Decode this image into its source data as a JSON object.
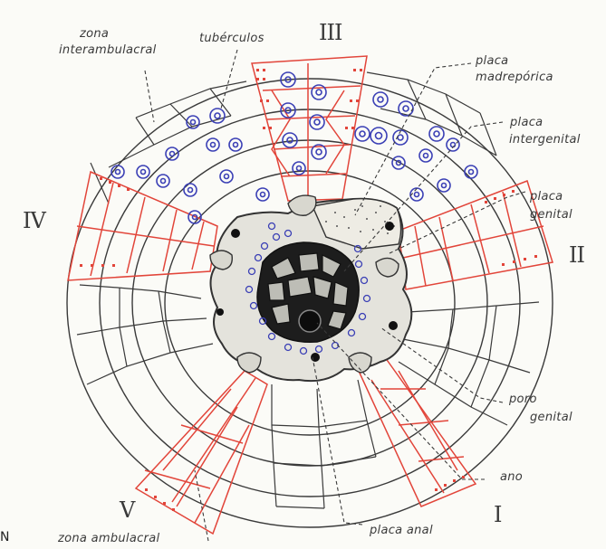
{
  "labels": {
    "zona_interambulacral_1": "zona",
    "zona_interambulacral_2": "interambulacral",
    "tuberculos": "tubérculos",
    "placa_madreporica_1": "placa",
    "placa_madreporica_2": "madrepórica",
    "placa_intergenital_1": "placa",
    "placa_intergenital_2": "intergenital",
    "placa_genital_1": "placa",
    "placa_genital_2": "genital",
    "poro_genital_1": "poro",
    "poro_genital_2": "genital",
    "ano": "ano",
    "placa_anal": "placa anal",
    "zona_ambulacral": "zona ambulacral"
  },
  "roman_numerals": {
    "I": "I",
    "II": "II",
    "III": "III",
    "IV": "IV",
    "V": "V"
  },
  "corner_mark": "N",
  "colors": {
    "ambulacral_zone": "#e2453a",
    "tubercle": "#3a3fb5",
    "outline": "#3a3a3a",
    "background": "#fbfbf7",
    "anal_plate": "#222222"
  }
}
